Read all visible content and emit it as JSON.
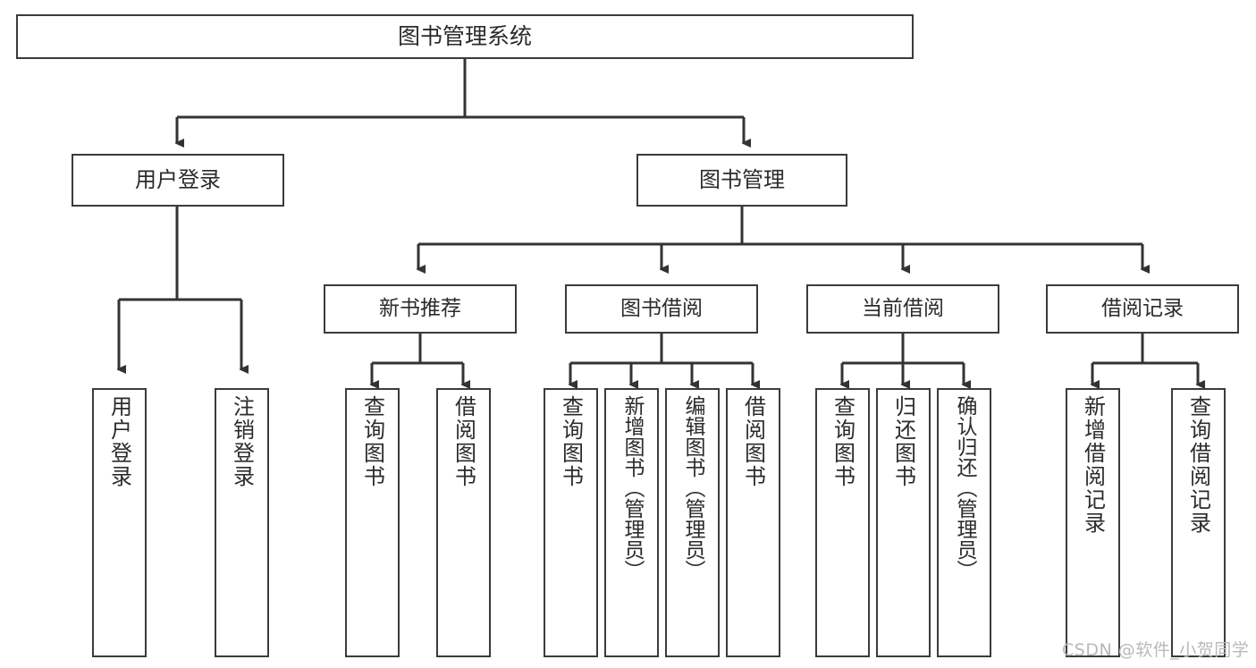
{
  "diagram": {
    "type": "tree-hierarchy-chart",
    "title": "图书管理系统",
    "colors": {
      "box_border": "#3b3b3b",
      "box_fill": "#ffffff",
      "connector": "#333333",
      "text": "#2b2b2b",
      "watermark": "#b9b9b9"
    },
    "root": {
      "label": "图书管理系统"
    },
    "level2": [
      {
        "label": "用户登录"
      },
      {
        "label": "图书管理"
      }
    ],
    "level3": [
      {
        "label": "新书推荐"
      },
      {
        "label": "图书借阅"
      },
      {
        "label": "当前借阅"
      },
      {
        "label": "借阅记录"
      }
    ],
    "leaves": {
      "user_login": [
        {
          "label": "用户登录"
        },
        {
          "label": "注销登录"
        }
      ],
      "new_book_recommend": [
        {
          "label": "查询图书"
        },
        {
          "label": "借阅图书"
        }
      ],
      "book_borrow": [
        {
          "label": "查询图书"
        },
        {
          "label": "新增图书（管理员）"
        },
        {
          "label": "编辑图书（管理员）"
        },
        {
          "label": "借阅图书"
        }
      ],
      "current_borrow": [
        {
          "label": "查询图书"
        },
        {
          "label": "归还图书"
        },
        {
          "label": "确认归还（管理员）"
        }
      ],
      "borrow_records": [
        {
          "label": "新增借阅记录"
        },
        {
          "label": "查询借阅记录"
        }
      ]
    },
    "watermark": "CSDN @软件_小贺同学"
  }
}
